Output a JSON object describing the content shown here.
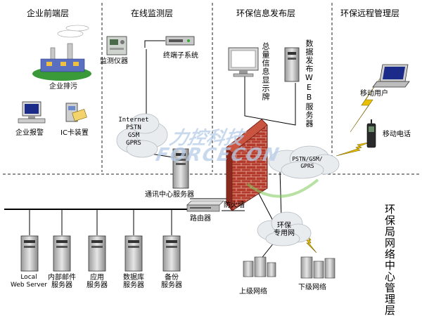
{
  "layers": {
    "enterprise_front": "企业前端层",
    "online_monitoring": "在线监测层",
    "info_publish": "环保信息发布层",
    "remote_management": "环保远程管理层",
    "center_management": "环保局网络中心管理层"
  },
  "front": {
    "discharge": "企业排污",
    "alarm": "企业报警",
    "ic_card": "IC卡装置"
  },
  "monitoring": {
    "instrument": "监测仪器",
    "terminal": "终端子系统",
    "networks": [
      "Internet",
      "PSTN",
      "GSM",
      "GPRS"
    ]
  },
  "publish": {
    "display": "总量信息显示牌",
    "web_server": "数据发布WEB服务器"
  },
  "remote": {
    "mobile_user": "移动用户",
    "mobile_phone": "移动电话",
    "cloud": [
      "PSTN/GSM/",
      "GPRS"
    ]
  },
  "center": {
    "comm_server": "通讯中心服务器",
    "firewall": "防火墙",
    "router": "路由器",
    "private_net": [
      "环保",
      "专用网"
    ],
    "upper_net": "上级网络",
    "lower_net": "下级网络",
    "servers": [
      {
        "line1": "Local",
        "line2": "Web Server"
      },
      {
        "line1": "内部邮件",
        "line2": "服务器"
      },
      {
        "line1": "应用",
        "line2": "服务器"
      },
      {
        "line1": "数据库",
        "line2": "服务器"
      },
      {
        "line1": "备份",
        "line2": "服务器"
      }
    ]
  },
  "watermark": {
    "cn": "力控科技",
    "en": "FORCECON"
  },
  "colors": {
    "brick": "#b3392b",
    "cloud": "#e9ecef",
    "server": "#d4d4d4",
    "dash": "#222222",
    "bolt": "#e8c000",
    "watermark": "#b8cde8"
  }
}
